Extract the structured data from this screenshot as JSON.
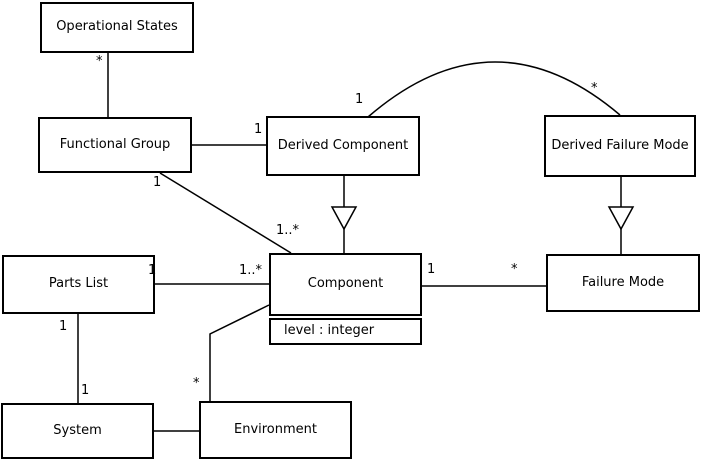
{
  "diagram": {
    "kind": "uml-class-diagram",
    "nodes": {
      "operational_states": {
        "label": "Operational States"
      },
      "functional_group": {
        "label": "Functional Group"
      },
      "derived_component": {
        "label": "Derived Component"
      },
      "derived_failure_mode": {
        "label": "Derived Failure Mode"
      },
      "parts_list": {
        "label": "Parts List"
      },
      "component": {
        "label": "Component",
        "attribute": "level : integer"
      },
      "failure_mode": {
        "label": "Failure Mode"
      },
      "system": {
        "label": "System"
      },
      "environment": {
        "label": "Environment"
      }
    },
    "edges": [
      {
        "from": "Operational States",
        "to": "Functional Group",
        "type": "association",
        "from_mult": "*"
      },
      {
        "from": "Functional Group",
        "to": "Derived Component",
        "type": "association",
        "to_mult": "1"
      },
      {
        "from": "Derived Component",
        "to": "Derived Failure Mode",
        "type": "association",
        "from_mult": "1",
        "to_mult": "*"
      },
      {
        "from": "Derived Component",
        "to": "Component",
        "type": "generalization"
      },
      {
        "from": "Functional Group",
        "to": "Component",
        "type": "association",
        "from_mult": "1",
        "to_mult": "1..*"
      },
      {
        "from": "Parts List",
        "to": "Component",
        "type": "association",
        "from_mult": "1",
        "to_mult": "1..*"
      },
      {
        "from": "Component",
        "to": "Failure Mode",
        "type": "association",
        "from_mult": "1",
        "to_mult": "*"
      },
      {
        "from": "Derived Failure Mode",
        "to": "Failure Mode",
        "type": "generalization"
      },
      {
        "from": "Parts List",
        "to": "System",
        "type": "association",
        "from_mult": "1",
        "to_mult": "1"
      },
      {
        "from": "System",
        "to": "Environment",
        "type": "association"
      },
      {
        "from": "Environment",
        "to": "Component",
        "type": "association",
        "from_mult": "*"
      }
    ],
    "colors": {
      "line": "#000000",
      "node_border": "#000000",
      "node_fill": "#ffffff",
      "background": "#ffffff",
      "text": "#000000"
    }
  }
}
